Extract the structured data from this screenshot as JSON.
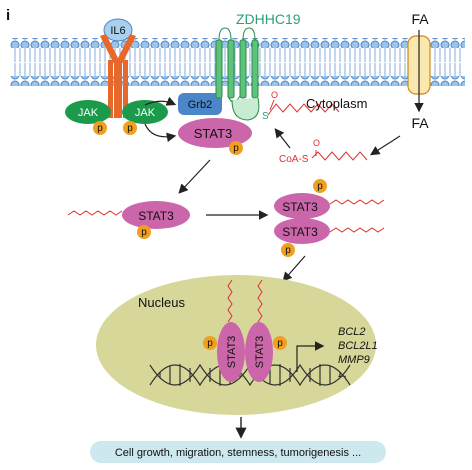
{
  "panel_label": "i",
  "labels": {
    "il6": "IL6",
    "zdhhc19": "ZDHHC19",
    "fa_top": "FA",
    "fa_inside": "FA",
    "cytoplasm": "Cytoplasm",
    "jak_left": "JAK",
    "jak_right": "JAK",
    "grb2": "Grb2",
    "stat3_main": "STAT3",
    "s_label": "S",
    "o_top": "O",
    "coa": "CoA-S",
    "o_coa": "O",
    "stat3_single": "STAT3",
    "stat3_dimer_top": "STAT3",
    "stat3_dimer_bottom": "STAT3",
    "nucleus": "Nucleus",
    "stat3_dna_left": "STAT3",
    "stat3_dna_right": "STAT3",
    "p": "p"
  },
  "genes": [
    "BCL2",
    "BCL2L1",
    "MMP9",
    "..."
  ],
  "outcome": "Cell growth, migration, stemness, tumorigenesis ...",
  "colors": {
    "membrane_head": "#6fa8dc",
    "receptor": "#e8672a",
    "jak": "#1a9a4a",
    "grb2": "#4a86c8",
    "stat3": "#cc66aa",
    "phospho": "#f0a020",
    "zdhhc19": "#3aaa6a",
    "lipid": "#e03030",
    "nucleus": "#d7d79a",
    "outcome_bar": "#cde8ef"
  }
}
